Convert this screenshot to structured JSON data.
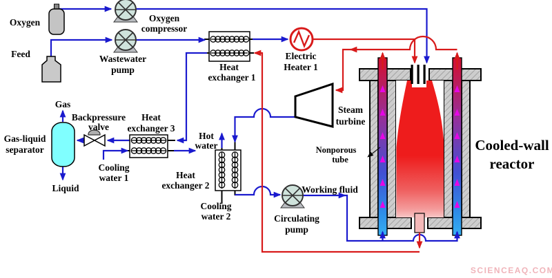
{
  "diagram_title": "Cooled-wall supercritical water oxidation reactor process flow diagram",
  "labels": {
    "oxygen": "Oxygen",
    "feed": "Feed",
    "oxygen_compressor": [
      "Oxygen",
      "compressor"
    ],
    "wastewater_pump": [
      "Wastewater",
      "pump"
    ],
    "heat_exchanger_1": [
      "Heat",
      "exchanger 1"
    ],
    "electric_heater_1": [
      "Electric",
      "Heater 1"
    ],
    "steam_turbine": [
      "Steam",
      "turbine"
    ],
    "gas": "Gas",
    "backpressure_valve": [
      "Backpressure",
      "valve"
    ],
    "heat_exchanger_3": [
      "Heat",
      "exchanger 3"
    ],
    "gas_liquid_separator": [
      "Gas-liquid",
      "separator"
    ],
    "liquid": "Liquid",
    "cooling_water_1": [
      "Cooling",
      "water 1"
    ],
    "hot_water": [
      "Hot",
      "water"
    ],
    "heat_exchanger_2": [
      "Heat",
      "exchanger 2"
    ],
    "cooling_water_2": [
      "Cooling",
      "water 2"
    ],
    "circulating_pump": [
      "Circulating",
      "pump"
    ],
    "nonporous_tube": [
      "Nonporous",
      "tube"
    ],
    "working_fluid": "Working fluid",
    "cooled_wall_reactor": [
      "Cooled-wall",
      "reactor"
    ]
  },
  "watermark": "SCIENCEAQ.COM",
  "colors": {
    "line_blue": "#1a1ace",
    "line_red": "#d81a1a",
    "separator_fill": "#80ffff",
    "pump_fill": "#cfe3dc",
    "equipment_gray": "#cdcdcd",
    "flame_red": "#ee1c1c",
    "channel_arrow_magenta": "#e606e6",
    "watermark_pink": "#f0b4ba"
  }
}
